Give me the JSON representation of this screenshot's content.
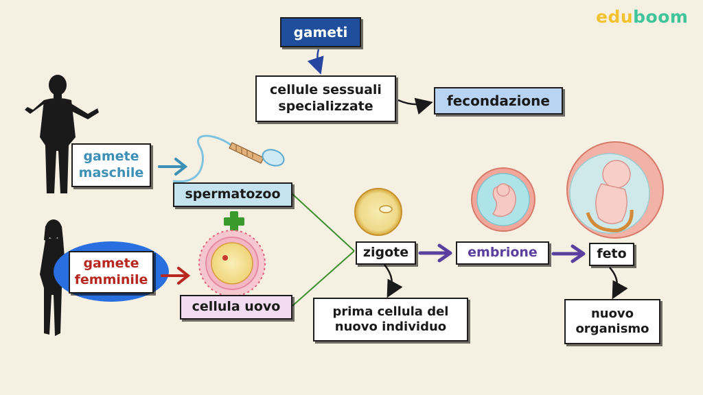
{
  "logo": {
    "part1": "edu",
    "part2": "boom",
    "color1": "#f2c230",
    "color2": "#3fc59a"
  },
  "labels": {
    "gameti": "gameti",
    "cellule_sessuali": "cellule sessuali\nspecializzate",
    "fecondazione": "fecondazione",
    "gamete_maschile": "gamete\nmaschile",
    "spermatozoo": "spermatozoo",
    "gamete_femminile": "gamete\nfemminile",
    "cellula_uovo": "cellula uovo",
    "zigote": "zigote",
    "embrione": "embrione",
    "feto": "feto",
    "prima_cellula": "prima cellula del\nnuovo individuo",
    "nuovo_organismo": "nuovo\norganismo",
    "plus": "+"
  },
  "colors": {
    "background": "#f6f0e2",
    "gameti_box": "#1f4f9c",
    "fecondazione_box": "#b9d3f2",
    "male_text": "#3c8fb5",
    "female_text": "#b8271f",
    "female_ellipse": "#2a6fe0",
    "spermatozoo_box": "#c5e3ef",
    "cellula_uovo_box": "#f1dcf2",
    "purple": "#5a3f9e",
    "green": "#3a8f2a",
    "silhouette": "#1a1a1a"
  },
  "icons": [
    "male-silhouette-icon",
    "female-silhouette-icon",
    "sperm-cell-icon",
    "egg-cell-icon",
    "zygote-icon",
    "embryo-icon",
    "fetus-icon",
    "plus-icon"
  ]
}
